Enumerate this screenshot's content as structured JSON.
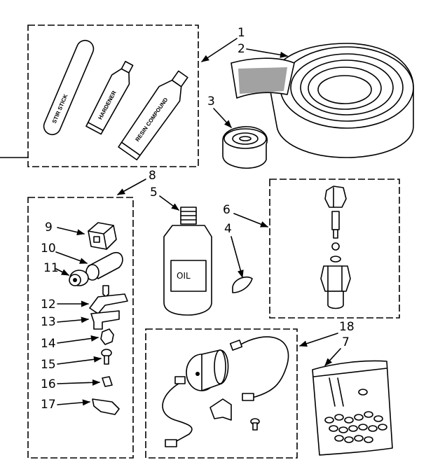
{
  "callouts": [
    "1",
    "2",
    "3",
    "4",
    "5",
    "6",
    "7",
    "8",
    "9",
    "10",
    "11",
    "12",
    "13",
    "14",
    "15",
    "16",
    "17",
    "18"
  ],
  "tube_labels": {
    "stick": "STIR STICK",
    "tube_a": "HARDENER",
    "tube_b": "RESIN COMPOUND"
  },
  "bottle_label": "OIL"
}
